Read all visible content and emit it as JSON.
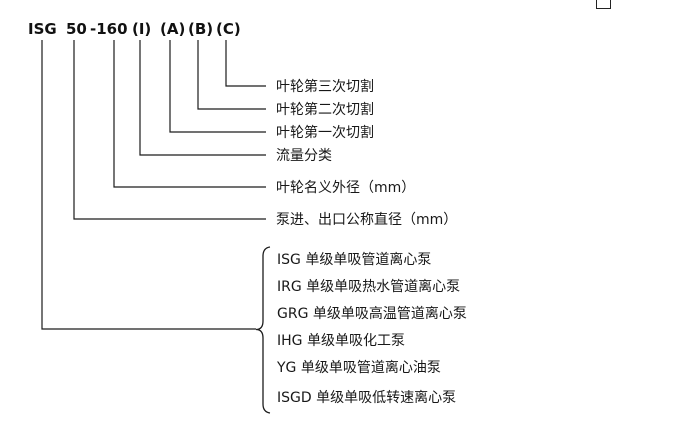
{
  "model_code": {
    "full": "ISG 50-160 (I) (A) (B) (C)",
    "segments": [
      "ISG",
      "50",
      "-160",
      "(I)",
      "(A)",
      "(B)",
      "(C)"
    ]
  },
  "callouts": [
    {
      "for": "(C)",
      "label": "叶轮第三次切割"
    },
    {
      "for": "(B)",
      "label": "叶轮第二次切割"
    },
    {
      "for": "(A)",
      "label": "叶轮第一次切割"
    },
    {
      "for": "(I)",
      "label": "流量分类"
    },
    {
      "for": "160",
      "label": "叶轮名义外径（mm）"
    },
    {
      "for": "50",
      "label": "泵进、出口公称直径（mm）"
    }
  ],
  "pump_series": [
    "ISG 单级单吸管道离心泵",
    "IRG 单级单吸热水管道离心泵",
    "GRG 单级单吸高温管道离心泵",
    "IHG 单级单吸化工泵",
    "YG 单级单吸管道离心油泵",
    "ISGD 单级单吸低转速离心泵"
  ],
  "colors": {
    "line": "#1c1c1c",
    "text": "#181818",
    "background": "#ffffff"
  }
}
